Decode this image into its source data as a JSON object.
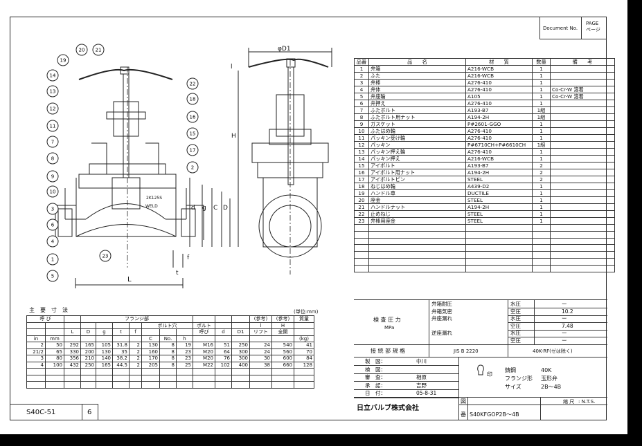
{
  "header": {
    "document_no_label": "Document No.",
    "page_label": "PAGE\nページ"
  },
  "drawing": {
    "top_dim": "φD1",
    "balloons": [
      "19",
      "20",
      "21",
      "14",
      "13",
      "12",
      "11",
      "7",
      "8",
      "9",
      "10",
      "3",
      "6",
      "4",
      "1",
      "5",
      "22",
      "18",
      "16",
      "15",
      "17",
      "2",
      "23"
    ],
    "dim_letters": {
      "l": "l",
      "H": "H",
      "d": "d",
      "g": "g",
      "C": "C",
      "D": "D",
      "f": "f",
      "t": "t",
      "L": "L"
    },
    "marks": {
      "mark1": "2K125S",
      "mark2": "WELD"
    }
  },
  "parts": {
    "headers": [
      "品番",
      "品　　名",
      "材　　質",
      "数量",
      "備　　考"
    ],
    "rows": [
      [
        "1",
        "弁箱",
        "A216-WCB",
        "1",
        ""
      ],
      [
        "2",
        "ふた",
        "A216-WCB",
        "1",
        ""
      ],
      [
        "3",
        "弁棒",
        "A276-410",
        "1",
        ""
      ],
      [
        "4",
        "弁体",
        "A276-410",
        "1",
        "Co-Cr-W 溶着"
      ],
      [
        "5",
        "弁座輪",
        "A105",
        "1",
        "Co-Cr-W 溶着"
      ],
      [
        "6",
        "弁押え",
        "A276-410",
        "1",
        ""
      ],
      [
        "7",
        "ふたボルト",
        "A193-B7",
        "1組",
        ""
      ],
      [
        "8",
        "ふたボルト用ナット",
        "A194-2H",
        "1組",
        ""
      ],
      [
        "9",
        "ガスケット",
        "P#2601-GGO",
        "1",
        ""
      ],
      [
        "10",
        "ふたはめ輪",
        "A276-410",
        "1",
        ""
      ],
      [
        "11",
        "パッキン受け輪",
        "A276-410",
        "1",
        ""
      ],
      [
        "12",
        "パッキン",
        "P#6710CH+P#6610CH",
        "1組",
        ""
      ],
      [
        "13",
        "パッキン押え輪",
        "A276-410",
        "1",
        ""
      ],
      [
        "14",
        "パッキン押え",
        "A216-WCB",
        "1",
        ""
      ],
      [
        "15",
        "アイボルト",
        "A193-B7",
        "2",
        ""
      ],
      [
        "16",
        "アイボルト用ナット",
        "A194-2H",
        "2",
        ""
      ],
      [
        "17",
        "アイボルトピン",
        "STEEL",
        "2",
        ""
      ],
      [
        "18",
        "ねじはめ輪",
        "A439-D2",
        "1",
        ""
      ],
      [
        "19",
        "ハンドル車",
        "DUCTILE",
        "1",
        ""
      ],
      [
        "20",
        "座金",
        "STEEL",
        "1",
        ""
      ],
      [
        "21",
        "ハンドルナット",
        "A194-2H",
        "1",
        ""
      ],
      [
        "22",
        "止めねじ",
        "STEEL",
        "1",
        ""
      ],
      [
        "23",
        "弁棒用座金",
        "STEEL",
        "1",
        ""
      ]
    ],
    "blank_rows": 7
  },
  "test": {
    "label": "検 査 圧 力",
    "unit": "MPa",
    "rows": [
      [
        "弁箱耐圧",
        "水圧",
        "ー"
      ],
      [
        "弁箱気密",
        "空圧",
        "10.2"
      ],
      [
        "弁座漏れ",
        "水圧",
        "ー"
      ],
      [
        "",
        "空圧",
        "7.48"
      ],
      [
        "逆座漏れ",
        "水圧",
        "ー"
      ],
      [
        "",
        "空圧",
        "ー"
      ]
    ]
  },
  "connection": {
    "label": "接 続 部 規 格",
    "std": "JIS B 2220",
    "spec": "40K-RF(ゼは除く)"
  },
  "approvals": [
    [
      "製　図：",
      "中川"
    ],
    [
      "検　図：",
      ""
    ],
    [
      "審　査：",
      "相原"
    ],
    [
      "承　認：",
      "吉野"
    ],
    [
      "日　付：",
      "05-8-31"
    ]
  ],
  "product": {
    "mark": "印",
    "material_label": "鋳鋼",
    "material_val": "40K",
    "type_label": "フランジ形",
    "type_val": "玉形弁",
    "size_label": "サイズ",
    "size_val": "2B〜4B"
  },
  "company": "日立バルブ株式会社",
  "title_block": {
    "zu": "図",
    "ban": "番",
    "drawing_no": "S40KFGOP2B〜4B",
    "scale_label": "縮 尺",
    "scale_val": ": N.T.S."
  },
  "dims": {
    "title": "主　要　寸　法",
    "unit": "(単位:mm)",
    "h_yobi": "呼 び",
    "h_flange": "フランジ部",
    "h_bolthole": "ボルト穴",
    "h_bolt": "ボルト",
    "h_bolt2": "呼び",
    "h_ref1": "(参考)",
    "h_ref2": "(参考)",
    "h_mass": "質量",
    "h_lift": "リフト",
    "h_full": "全開",
    "cols": [
      "in",
      "mm",
      "L",
      "D",
      "g",
      "t",
      "f",
      "C",
      "No.",
      "h",
      "",
      "d",
      "D1",
      "l",
      "H",
      "(kg)"
    ],
    "rows": [
      [
        "2",
        "50",
        "292",
        "165",
        "105",
        "31.8",
        "2",
        "130",
        "8",
        "19",
        "M16",
        "51",
        "250",
        "24",
        "540",
        "41"
      ],
      [
        "21/2",
        "65",
        "330",
        "200",
        "130",
        "35",
        "2",
        "160",
        "8",
        "23",
        "M20",
        "64",
        "300",
        "24",
        "560",
        "70"
      ],
      [
        "3",
        "80",
        "356",
        "210",
        "140",
        "38.2",
        "2",
        "170",
        "8",
        "23",
        "M20",
        "76",
        "300",
        "30",
        "600",
        "84"
      ],
      [
        "4",
        "100",
        "432",
        "250",
        "165",
        "44.5",
        "2",
        "205",
        "8",
        "25",
        "M22",
        "102",
        "400",
        "38",
        "660",
        "128"
      ]
    ],
    "blank_rows": 3
  },
  "bottom_left": {
    "code": "S40C-51",
    "num": "6"
  }
}
